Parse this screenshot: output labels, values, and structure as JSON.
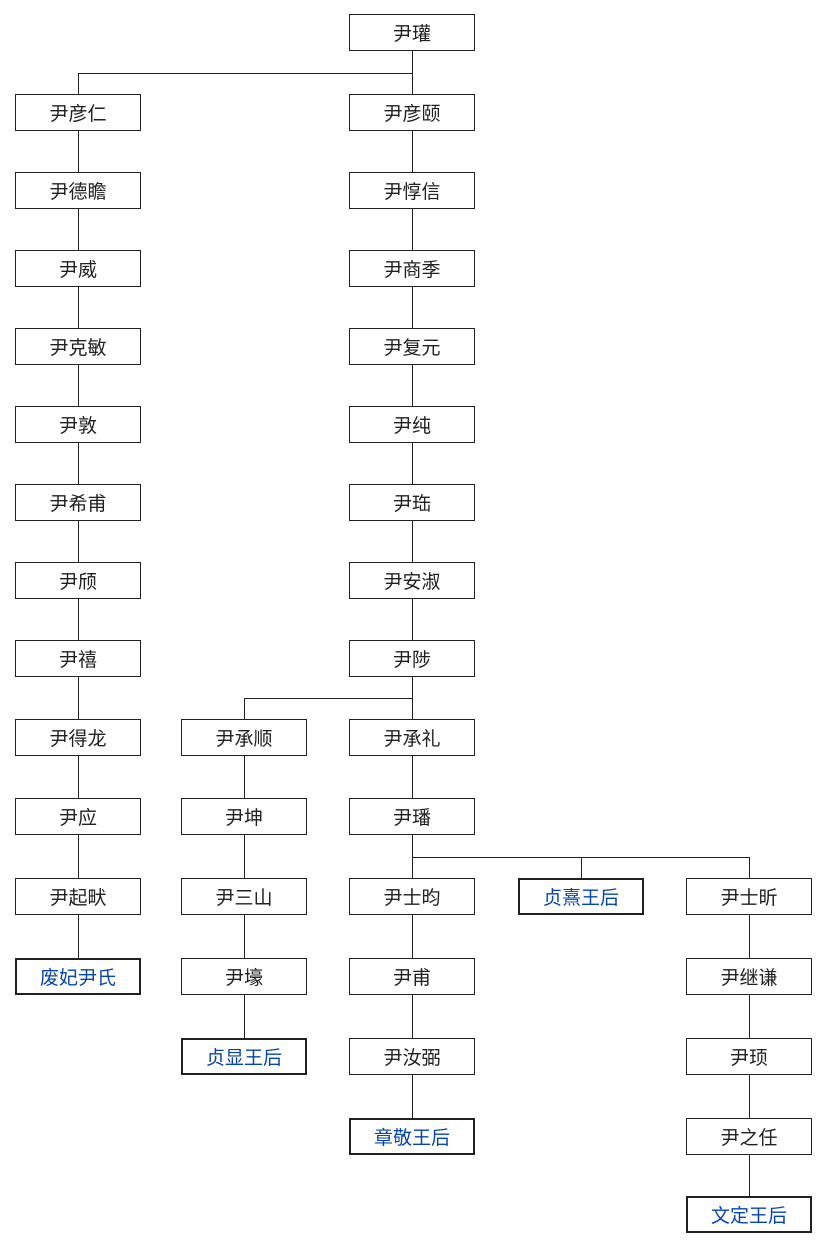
{
  "diagram": {
    "type": "family-tree",
    "colors": {
      "background": "#ffffff",
      "line": "#202122",
      "box_border": "#202122",
      "text": "#202122",
      "queen_text": "#0645ad"
    },
    "nodes": [
      {
        "id": "guan",
        "label": "尹瓘",
        "col": "C",
        "row": 1,
        "queen": false
      },
      {
        "id": "yanren",
        "label": "尹彦仁",
        "col": "A",
        "row": 2,
        "queen": false
      },
      {
        "id": "yanyi",
        "label": "尹彦颐",
        "col": "C",
        "row": 2,
        "queen": false
      },
      {
        "id": "dezhan",
        "label": "尹德瞻",
        "col": "A",
        "row": 3,
        "queen": false
      },
      {
        "id": "dunxin",
        "label": "尹惇信",
        "col": "C",
        "row": 3,
        "queen": false
      },
      {
        "id": "wei",
        "label": "尹威",
        "col": "A",
        "row": 4,
        "queen": false
      },
      {
        "id": "shangji",
        "label": "尹商季",
        "col": "C",
        "row": 4,
        "queen": false
      },
      {
        "id": "kemin",
        "label": "尹克敏",
        "col": "A",
        "row": 5,
        "queen": false
      },
      {
        "id": "fuyuan",
        "label": "尹复元",
        "col": "C",
        "row": 5,
        "queen": false
      },
      {
        "id": "dun",
        "label": "尹敦",
        "col": "A",
        "row": 6,
        "queen": false
      },
      {
        "id": "chun",
        "label": "尹纯",
        "col": "C",
        "row": 6,
        "queen": false
      },
      {
        "id": "xifu",
        "label": "尹希甫",
        "col": "A",
        "row": 7,
        "queen": false
      },
      {
        "id": "bao",
        "label": "尹珤",
        "col": "C",
        "row": 7,
        "queen": false
      },
      {
        "id": "qi",
        "label": "尹颀",
        "col": "A",
        "row": 8,
        "queen": false
      },
      {
        "id": "anshu",
        "label": "尹安淑",
        "col": "C",
        "row": 8,
        "queen": false
      },
      {
        "id": "xi",
        "label": "尹禧",
        "col": "A",
        "row": 9,
        "queen": false
      },
      {
        "id": "zhi",
        "label": "尹陟",
        "col": "C",
        "row": 9,
        "queen": false
      },
      {
        "id": "delong",
        "label": "尹得龙",
        "col": "A",
        "row": 10,
        "queen": false
      },
      {
        "id": "chengshun",
        "label": "尹承顺",
        "col": "B",
        "row": 10,
        "queen": false
      },
      {
        "id": "chengli",
        "label": "尹承礼",
        "col": "C",
        "row": 10,
        "queen": false
      },
      {
        "id": "ying",
        "label": "尹应",
        "col": "A",
        "row": 11,
        "queen": false
      },
      {
        "id": "kun",
        "label": "尹坤",
        "col": "B",
        "row": 11,
        "queen": false
      },
      {
        "id": "fan",
        "label": "尹璠",
        "col": "C",
        "row": 11,
        "queen": false
      },
      {
        "id": "qiquan",
        "label": "尹起畎",
        "col": "A",
        "row": 12,
        "queen": false
      },
      {
        "id": "sanshan",
        "label": "尹三山",
        "col": "B",
        "row": 12,
        "queen": false
      },
      {
        "id": "shiyun",
        "label": "尹士昀",
        "col": "C",
        "row": 12,
        "queen": false
      },
      {
        "id": "zhengxi",
        "label": "贞熹王后",
        "col": "D",
        "row": 12,
        "queen": true
      },
      {
        "id": "shixin",
        "label": "尹士昕",
        "col": "E",
        "row": 12,
        "queen": false
      },
      {
        "id": "feifei",
        "label": "废妃尹氏",
        "col": "A",
        "row": 13,
        "queen": true
      },
      {
        "id": "hao",
        "label": "尹壕",
        "col": "B",
        "row": 13,
        "queen": false
      },
      {
        "id": "fu",
        "label": "尹甫",
        "col": "C",
        "row": 13,
        "queen": false
      },
      {
        "id": "jiqian",
        "label": "尹继谦",
        "col": "E",
        "row": 13,
        "queen": false
      },
      {
        "id": "zhengxian",
        "label": "贞显王后",
        "col": "B",
        "row": 14,
        "queen": true
      },
      {
        "id": "rubi",
        "label": "尹汝弼",
        "col": "C",
        "row": 14,
        "queen": false
      },
      {
        "id": "xu",
        "label": "尹顼",
        "col": "E",
        "row": 14,
        "queen": false
      },
      {
        "id": "zhangjing",
        "label": "章敬王后",
        "col": "C",
        "row": 15,
        "queen": true
      },
      {
        "id": "zhiren",
        "label": "尹之任",
        "col": "E",
        "row": 15,
        "queen": false
      },
      {
        "id": "wending",
        "label": "文定王后",
        "col": "E",
        "row": 16,
        "queen": true
      }
    ],
    "edges": [
      {
        "from": "guan",
        "to": [
          "yanren",
          "yanyi"
        ]
      },
      {
        "from": "yanren",
        "to": [
          "dezhan"
        ]
      },
      {
        "from": "dezhan",
        "to": [
          "wei"
        ]
      },
      {
        "from": "wei",
        "to": [
          "kemin"
        ]
      },
      {
        "from": "kemin",
        "to": [
          "dun"
        ]
      },
      {
        "from": "dun",
        "to": [
          "xifu"
        ]
      },
      {
        "from": "xifu",
        "to": [
          "qi"
        ]
      },
      {
        "from": "qi",
        "to": [
          "xi"
        ]
      },
      {
        "from": "xi",
        "to": [
          "delong"
        ]
      },
      {
        "from": "delong",
        "to": [
          "ying"
        ]
      },
      {
        "from": "ying",
        "to": [
          "qiquan"
        ]
      },
      {
        "from": "qiquan",
        "to": [
          "feifei"
        ]
      },
      {
        "from": "yanyi",
        "to": [
          "dunxin"
        ]
      },
      {
        "from": "dunxin",
        "to": [
          "shangji"
        ]
      },
      {
        "from": "shangji",
        "to": [
          "fuyuan"
        ]
      },
      {
        "from": "fuyuan",
        "to": [
          "chun"
        ]
      },
      {
        "from": "chun",
        "to": [
          "bao"
        ]
      },
      {
        "from": "bao",
        "to": [
          "anshu"
        ]
      },
      {
        "from": "anshu",
        "to": [
          "zhi"
        ]
      },
      {
        "from": "zhi",
        "to": [
          "chengshun",
          "chengli"
        ]
      },
      {
        "from": "chengshun",
        "to": [
          "kun"
        ]
      },
      {
        "from": "kun",
        "to": [
          "sanshan"
        ]
      },
      {
        "from": "sanshan",
        "to": [
          "hao"
        ]
      },
      {
        "from": "hao",
        "to": [
          "zhengxian"
        ]
      },
      {
        "from": "chengli",
        "to": [
          "fan"
        ]
      },
      {
        "from": "fan",
        "to": [
          "shiyun",
          "zhengxi",
          "shixin"
        ]
      },
      {
        "from": "shiyun",
        "to": [
          "fu"
        ]
      },
      {
        "from": "fu",
        "to": [
          "rubi"
        ]
      },
      {
        "from": "rubi",
        "to": [
          "zhangjing"
        ]
      },
      {
        "from": "shixin",
        "to": [
          "jiqian"
        ]
      },
      {
        "from": "jiqian",
        "to": [
          "xu"
        ]
      },
      {
        "from": "xu",
        "to": [
          "zhiren"
        ]
      },
      {
        "from": "zhiren",
        "to": [
          "wending"
        ]
      }
    ]
  }
}
